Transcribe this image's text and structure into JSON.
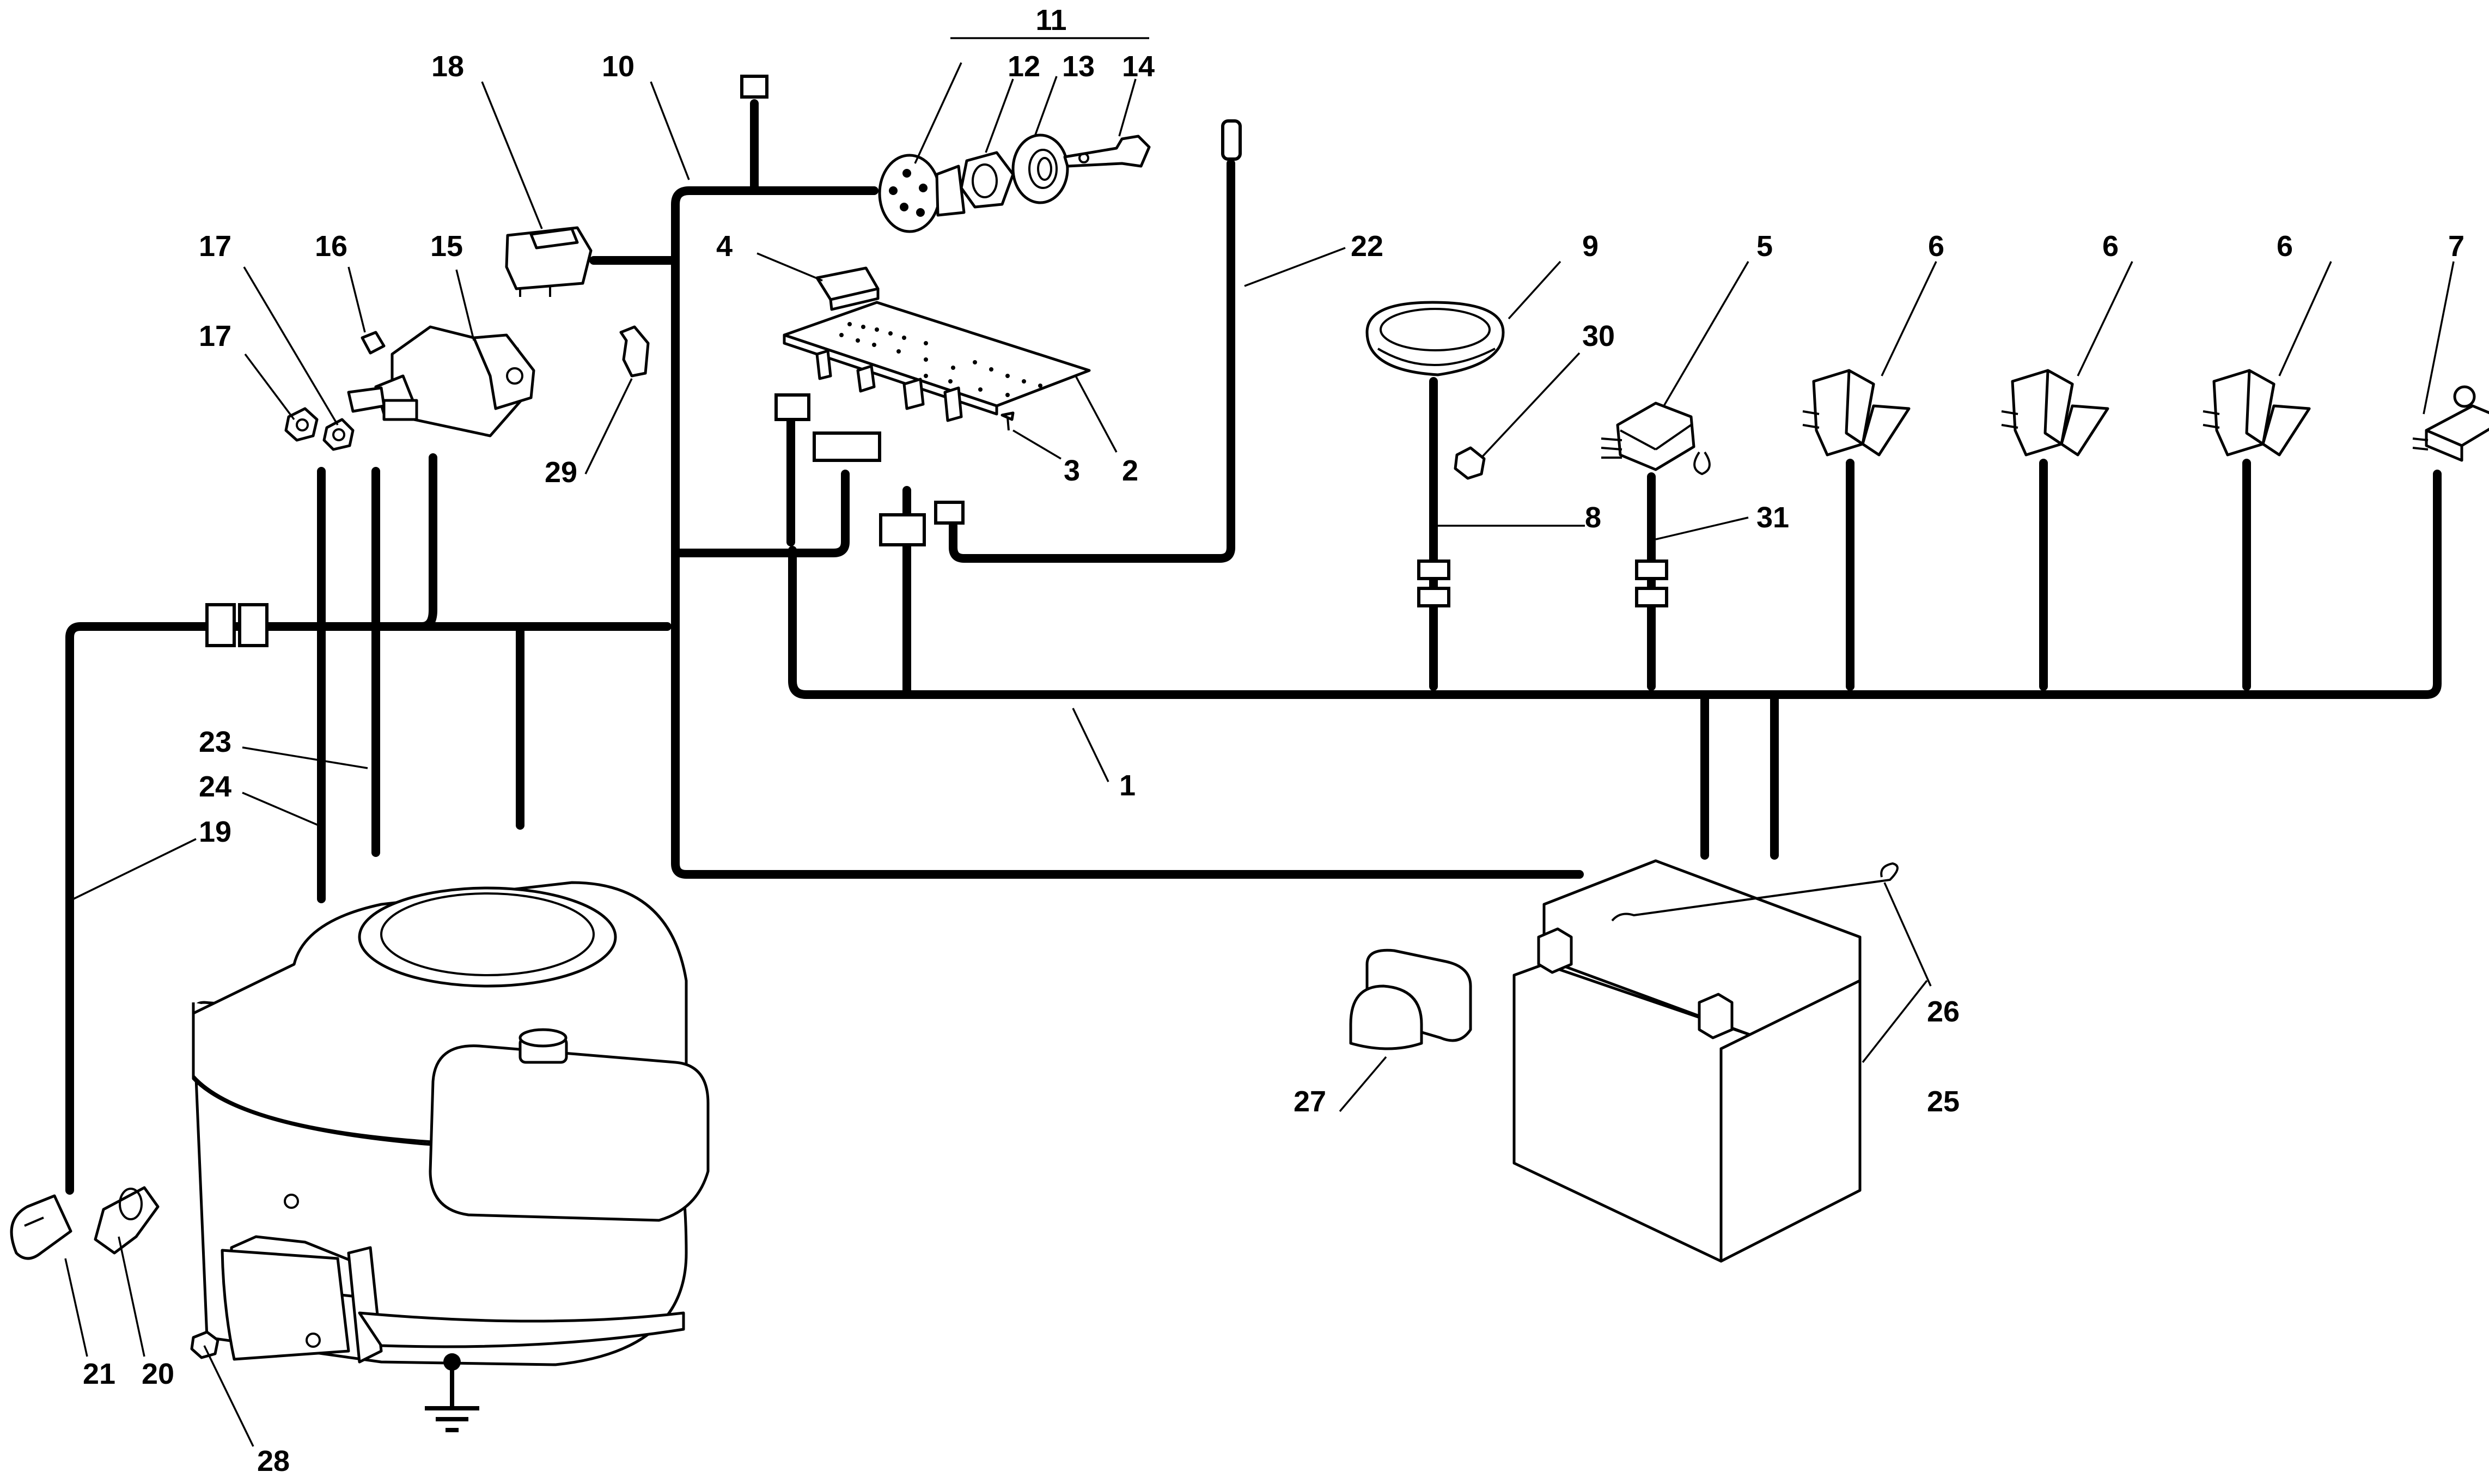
{
  "callouts": {
    "c1": "1",
    "c2": "2",
    "c3": "3",
    "c4": "4",
    "c5": "5",
    "c6a": "6",
    "c6b": "6",
    "c6c": "6",
    "c7": "7",
    "c8": "8",
    "c9": "9",
    "c10": "10",
    "c11": "11",
    "c12": "12",
    "c13": "13",
    "c14": "14",
    "c15": "15",
    "c16": "16",
    "c17a": "17",
    "c17b": "17",
    "c18": "18",
    "c19": "19",
    "c20": "20",
    "c21": "21",
    "c22": "22",
    "c23": "23",
    "c24": "24",
    "c25": "25",
    "c26": "26",
    "c27": "27",
    "c28": "28",
    "c29": "29",
    "c30": "30",
    "c31": "31"
  }
}
